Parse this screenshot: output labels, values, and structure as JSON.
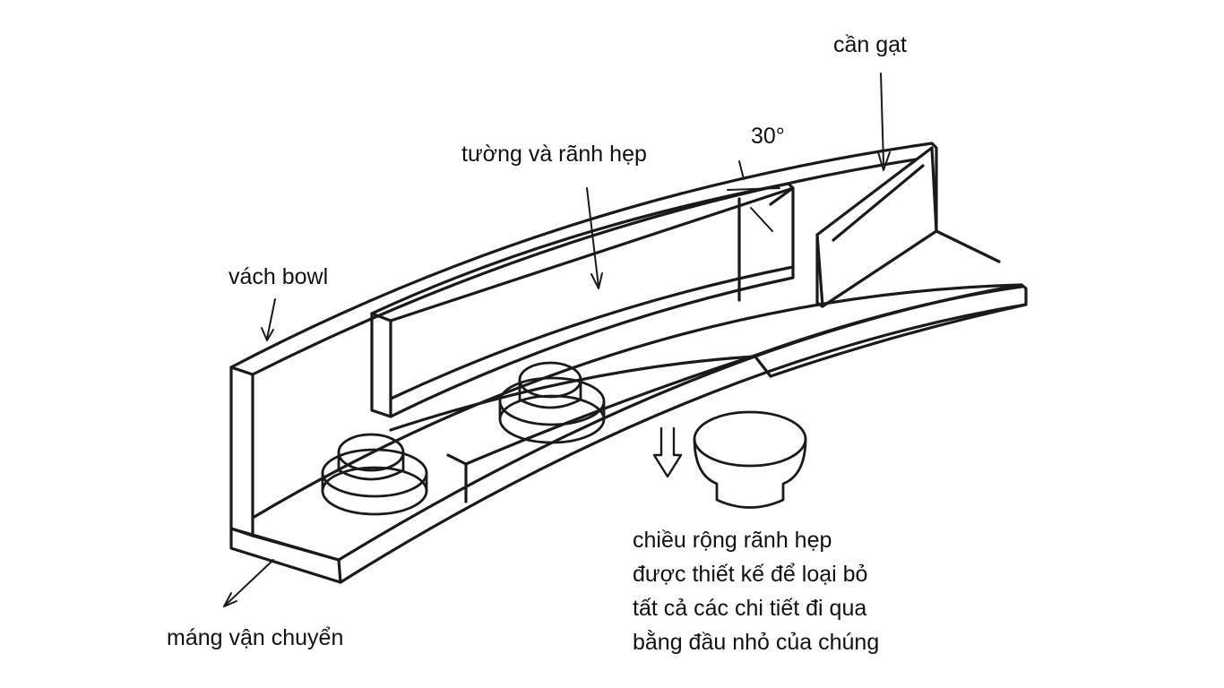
{
  "labels": {
    "lever": "cần gạt",
    "angle": "30°",
    "wall_slot": "tường và rãnh hẹp",
    "bowl_wall": "vách bowl",
    "track": "máng vận chuyển",
    "note_lines": [
      "chiều rộng rãnh hẹp",
      "được thiết kế để loại bỏ",
      "tất cả các chi tiết đi qua",
      "bằng đầu nhỏ của chúng"
    ]
  },
  "colors": {
    "ink": "#1a1a1a",
    "paper": "#ffffff"
  }
}
